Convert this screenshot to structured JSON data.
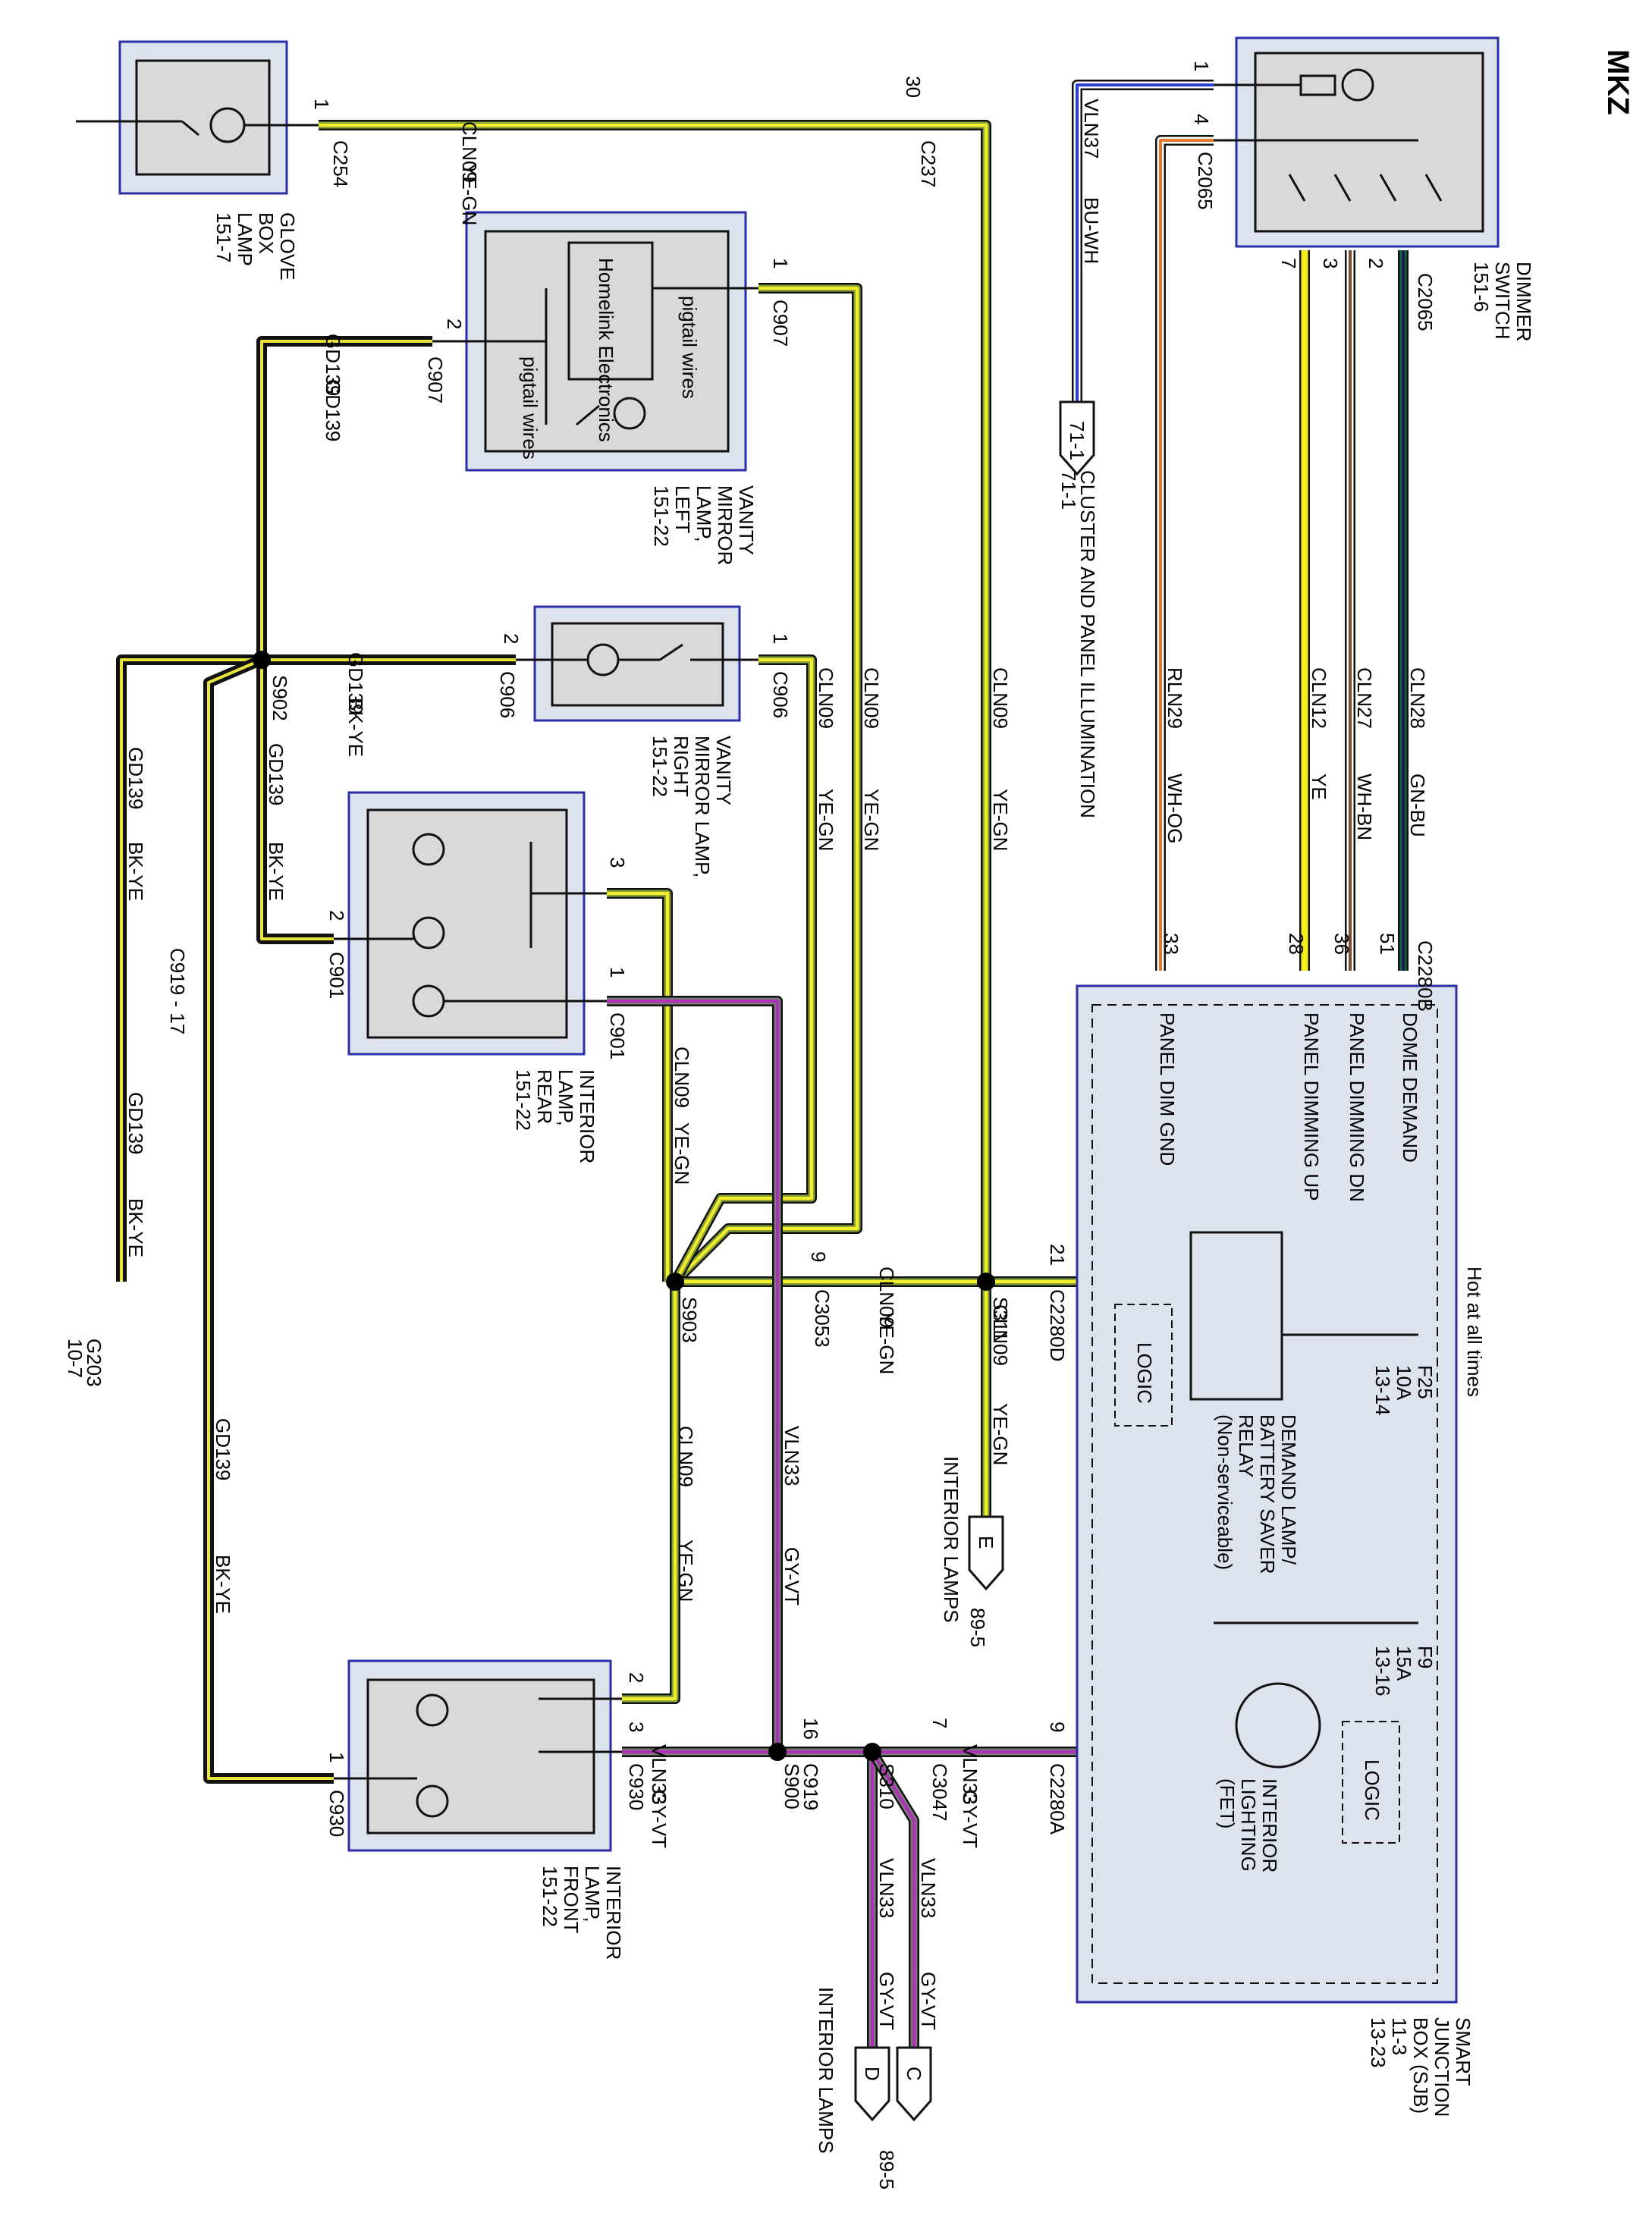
{
  "model": "MKZ",
  "wires": [
    {
      "code": "CLN09",
      "color": "YE-GN",
      "stripe": "#f2ef2a",
      "base": "#8aa23a"
    },
    {
      "code": "GD139",
      "color": "BK-YE",
      "stripe": "#e8e43a",
      "base": "#111111"
    },
    {
      "code": "VLN33",
      "color": "GY-VT",
      "stripe": "#b02fb6",
      "base": "#7a7a7a"
    },
    {
      "code": "VLN37",
      "color": "BU-WH",
      "stripe": "#2a3fd6",
      "base": "#ffffff"
    },
    {
      "code": "RLN29",
      "color": "WH-OG",
      "stripe": "#e57a2e",
      "base": "#ffffff"
    },
    {
      "code": "CLN12",
      "color": "YE",
      "stripe": "#f3ef1d",
      "base": "#f3ef1d"
    },
    {
      "code": "CLN27",
      "color": "WH-BN",
      "stripe": "#7a4a2a",
      "base": "#ffffff"
    },
    {
      "code": "CLN28",
      "color": "GN-BU",
      "stripe": "#1a1a55",
      "base": "#0f6b3a"
    }
  ],
  "components": {
    "glove_box": {
      "lines": [
        "GLOVE",
        "BOX",
        "LAMP",
        "151-7"
      ]
    },
    "vanity_left": {
      "lines": [
        "VANITY",
        "MIRROR",
        "LAMP,",
        "LEFT",
        "151-22"
      ],
      "inner_a": "Homelink Electronics",
      "inner_b": "pigtail wires",
      "inner_c": "pigtail wires"
    },
    "vanity_right": {
      "lines": [
        "VANITY",
        "MIRROR LAMP,",
        "RIGHT",
        "151-22"
      ]
    },
    "interior_rear": {
      "lines": [
        "INTERIOR",
        "LAMP,",
        "REAR",
        "151-22"
      ]
    },
    "interior_front": {
      "lines": [
        "INTERIOR",
        "LAMP,",
        "FRONT",
        "151-22"
      ]
    },
    "dimmer": {
      "lines": [
        "DIMMER",
        "SWITCH",
        "151-6"
      ]
    },
    "sjb": {
      "lines": [
        "SMART",
        "JUNCTION",
        "BOX (SJB)",
        "11-3",
        "13-23"
      ]
    },
    "hot": "Hot at all times",
    "f25": {
      "lines": [
        "F25",
        "10A",
        "13-14"
      ]
    },
    "f9": {
      "lines": [
        "F9",
        "15A",
        "13-16"
      ]
    },
    "relay": {
      "lines": [
        "DEMAND LAMP/",
        "BATTERY SAVER",
        "RELAY",
        "(Non-serviceable)"
      ]
    },
    "fet": {
      "lines": [
        "INTERIOR",
        "LIGHTING",
        "(FET)"
      ]
    },
    "logic": "LOGIC",
    "pins": [
      "DOME DEMAND",
      "PANEL DIMMING DN",
      "PANEL DIMMING UP",
      "PANEL DIM GND"
    ],
    "cluster": "CLUSTER AND PANEL ILLUMINATION",
    "cluster_ref": "71-1",
    "interior_lamps": "INTERIOR LAMPS",
    "ref_89_5": "89-5",
    "g203": [
      "G203",
      "10-7"
    ],
    "c919_17": "C919 - 17"
  },
  "connectors": {
    "c254": "C254",
    "c237": "C237",
    "c907": "C907",
    "c906": "C906",
    "c901": "C901",
    "c930": "C930",
    "c3053": "C3053",
    "c2280d": "C2280D",
    "c2280b": "C2280B",
    "c2280a": "C2280A",
    "c2065": "C2065",
    "c919": "C919",
    "c3047": "C3047",
    "s902": "S902",
    "s903": "S903",
    "s311": "S311",
    "s900": "S900",
    "s310": "S310"
  },
  "pins_num": {
    "p1": "1",
    "p2": "2",
    "p3": "3",
    "p4": "4",
    "p7": "7",
    "p9": "9",
    "p16": "16",
    "p21": "21",
    "p28": "28",
    "p30": "30",
    "p33": "33",
    "p36": "36",
    "p51": "51"
  },
  "arrows": {
    "e": "E",
    "c": "C",
    "d": "D"
  }
}
